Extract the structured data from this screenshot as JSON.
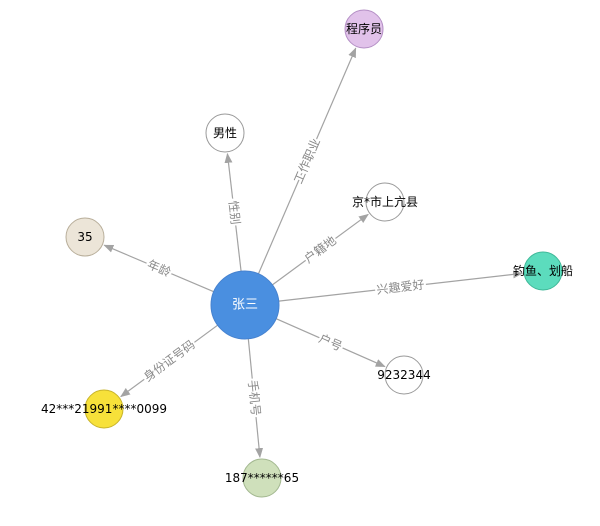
{
  "graph": {
    "center": {
      "label": "张三",
      "color": "#4a8fe0",
      "stroke": "#4682cf"
    },
    "edge_color": "#a3a3a3",
    "edge_label_color": "#8a8a8a",
    "nodes": [
      {
        "id": "occupation",
        "label": "程序员",
        "edge_label": "工作职业",
        "fill": "#e1c2ea",
        "stroke": "#b48fc5"
      },
      {
        "id": "gender",
        "label": "男性",
        "edge_label": "性别",
        "fill": "#ffffff",
        "stroke": "#9a9a9a"
      },
      {
        "id": "hometown",
        "label": "京*市上亢县",
        "edge_label": "户籍地",
        "fill": "#ffffff",
        "stroke": "#9a9a9a"
      },
      {
        "id": "age",
        "label": "35",
        "edge_label": "年龄",
        "fill": "#ece5d8",
        "stroke": "#b8ae9a"
      },
      {
        "id": "hobby",
        "label": "钓鱼、划船",
        "edge_label": "兴趣爱好",
        "fill": "#5cdcbd",
        "stroke": "#3fb898"
      },
      {
        "id": "household",
        "label": "9232344",
        "edge_label": "户号",
        "fill": "#ffffff",
        "stroke": "#9a9a9a"
      },
      {
        "id": "idcard",
        "label": "42***21991****0099",
        "edge_label": "身份证号码",
        "fill": "#f7e13a",
        "stroke": "#c8b42a"
      },
      {
        "id": "phone",
        "label": "187******65",
        "edge_label": "手机号",
        "fill": "#cfe0bb",
        "stroke": "#a3b890"
      }
    ]
  }
}
